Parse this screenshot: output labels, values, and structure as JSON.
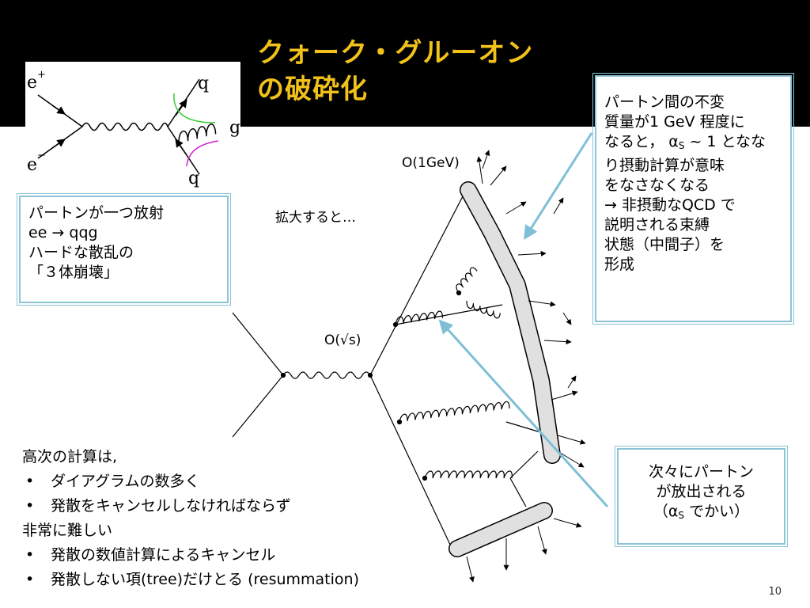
{
  "title": {
    "line1": "クォーク・グルーオン",
    "line2": "の破砕化"
  },
  "inset": {
    "e_plus": "e",
    "e_plus_sup": "+",
    "e_minus": "e",
    "e_minus_sup": "−",
    "q_top": "q",
    "g": "g",
    "q_bottom": "q"
  },
  "box_left": {
    "line1": "パートンが一つ放射",
    "line2": "ee → qqg",
    "line3": "ハードな散乱の",
    "line4": "「３体崩壊」"
  },
  "box_right": {
    "line1": "パートン間の不変",
    "line2": "質量が1 GeV 程度に",
    "line3_pre": "なると，  α",
    "line3_sub": "S",
    "line3_post": " ~ 1 となな",
    "line4": "り摂動計算が意味",
    "line5": "をなさなくなる",
    "line6": "→ 非摂動なQCD で",
    "line7": "説明される束縛",
    "line8": "状態（中間子）を",
    "line9": "形成"
  },
  "box_bottom": {
    "line1": "次々にパートン",
    "line2": "が放出される",
    "line3_pre": "（α",
    "line3_sub": "S",
    "line3_post": " でかい）"
  },
  "labels": {
    "o_1gev": "O(1GeV)",
    "zoom": "拡大すると…",
    "o_sqrts": "O(√s)"
  },
  "notes": {
    "heading": "高次の計算は,",
    "bullets1": [
      "ダイアグラムの数多く",
      "発散をキャンセルしなければならず"
    ],
    "subheading": "非常に難しい",
    "bullets2": [
      "発散の数値計算によるキャンセル",
      "発散しない項(tree)だけとる (resummation)"
    ]
  },
  "page_number": "10",
  "colors": {
    "header": "#000000",
    "title": "#f2c21a",
    "box_border": "#8cc3d6",
    "arrow": "#7fbfd6",
    "blob_fill": "#e0e0e0",
    "inset_green": "#33cc33",
    "inset_magenta": "#cc22cc"
  }
}
